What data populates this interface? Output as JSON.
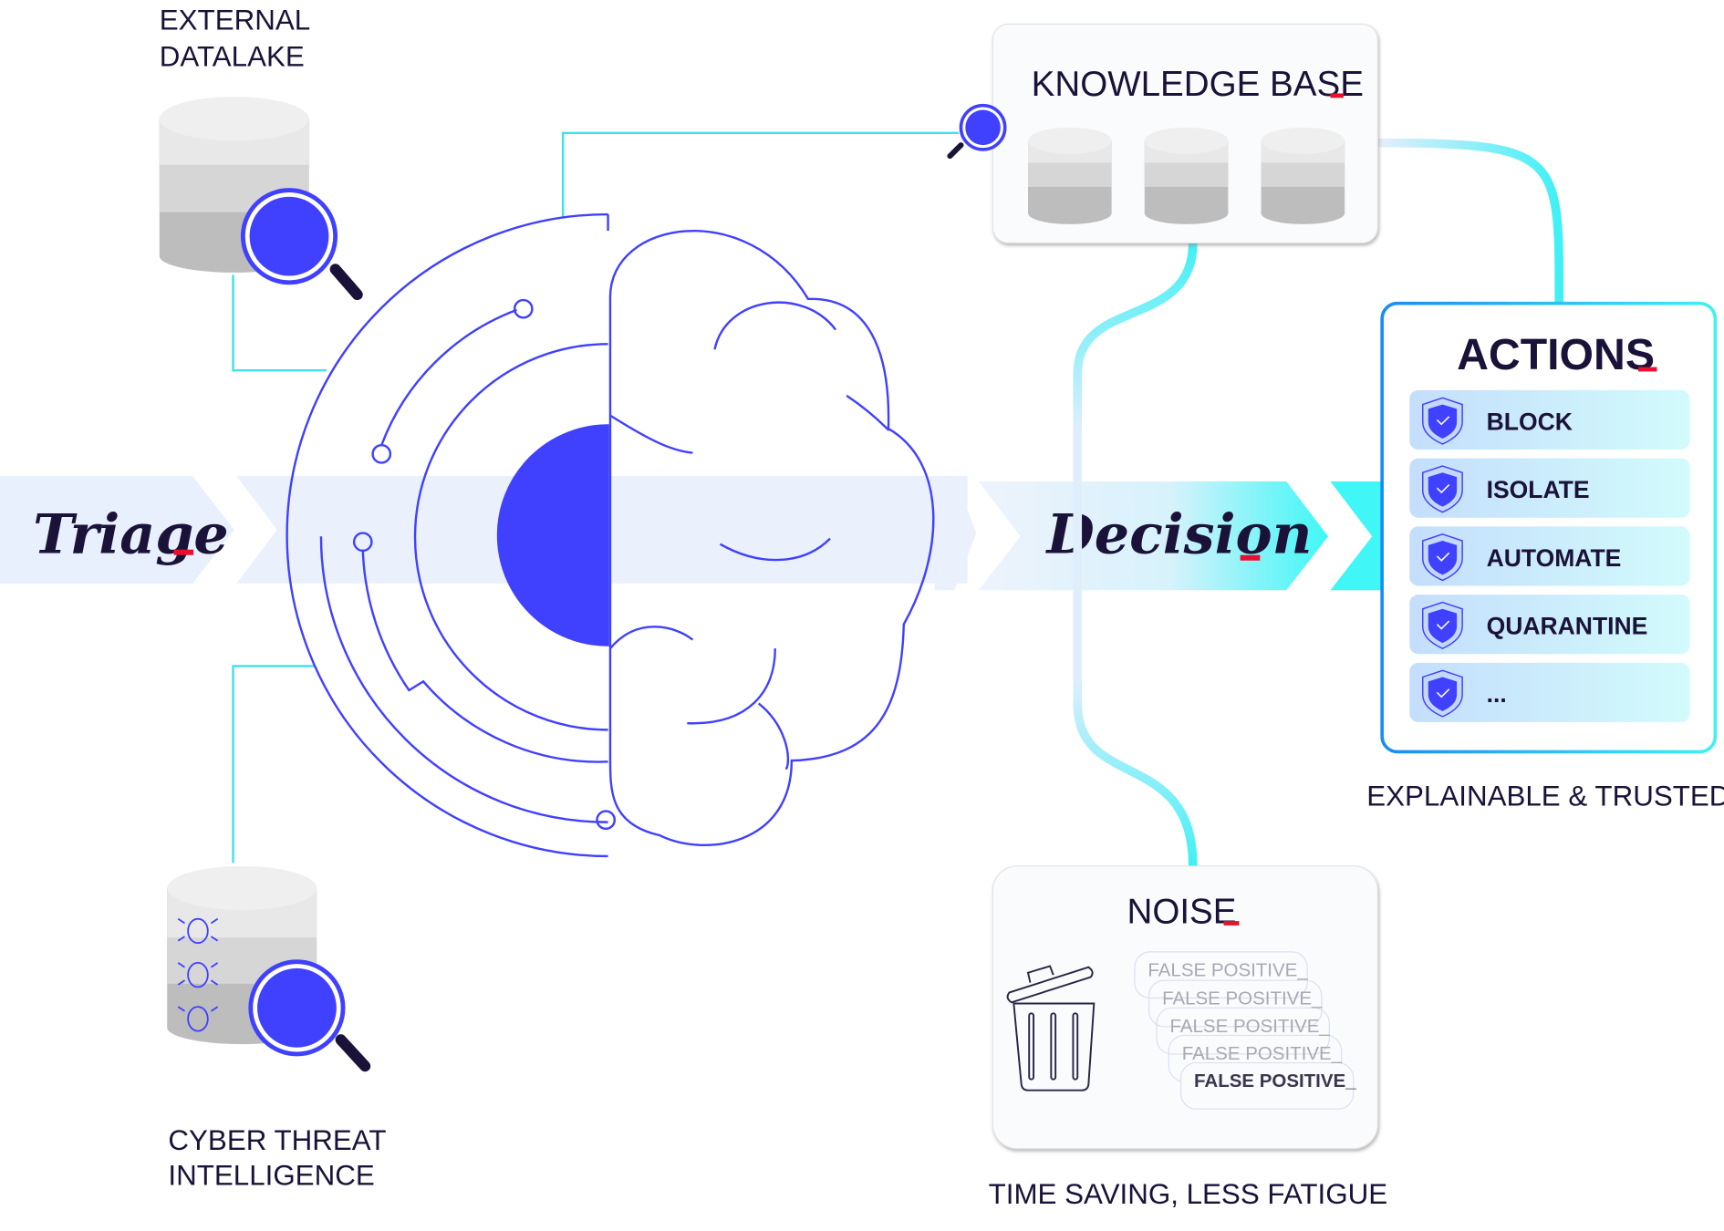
{
  "flow": {
    "triage": "Triage",
    "decision": "Decision",
    "cursor": "_"
  },
  "sources": {
    "datalake": {
      "line1": "EXTERNAL",
      "line2": "DATALAKE"
    },
    "cti": {
      "line1": "CYBER THREAT",
      "line2": "INTELLIGENCE"
    }
  },
  "knowledge_base": {
    "title": "KNOWLEDGE BASE"
  },
  "actions": {
    "title": "ACTIONS",
    "items": [
      {
        "label": "BLOCK"
      },
      {
        "label": "ISOLATE"
      },
      {
        "label": "AUTOMATE"
      },
      {
        "label": "QUARANTINE"
      },
      {
        "label": "..."
      }
    ],
    "caption": "EXPLAINABLE & TRUSTED"
  },
  "noise": {
    "title": "NOISE",
    "items": [
      "FALSE POSITIVE_",
      "FALSE POSITIVE_",
      "FALSE POSITIVE_",
      "FALSE POSITIVE_",
      "FALSE POSITIVE_"
    ],
    "caption": "TIME SAVING, LESS FATIGUE"
  },
  "colors": {
    "accent": "#4040ff",
    "cyan": "#3ff0f5",
    "red": "#e8102e",
    "ink": "#1a1238"
  }
}
